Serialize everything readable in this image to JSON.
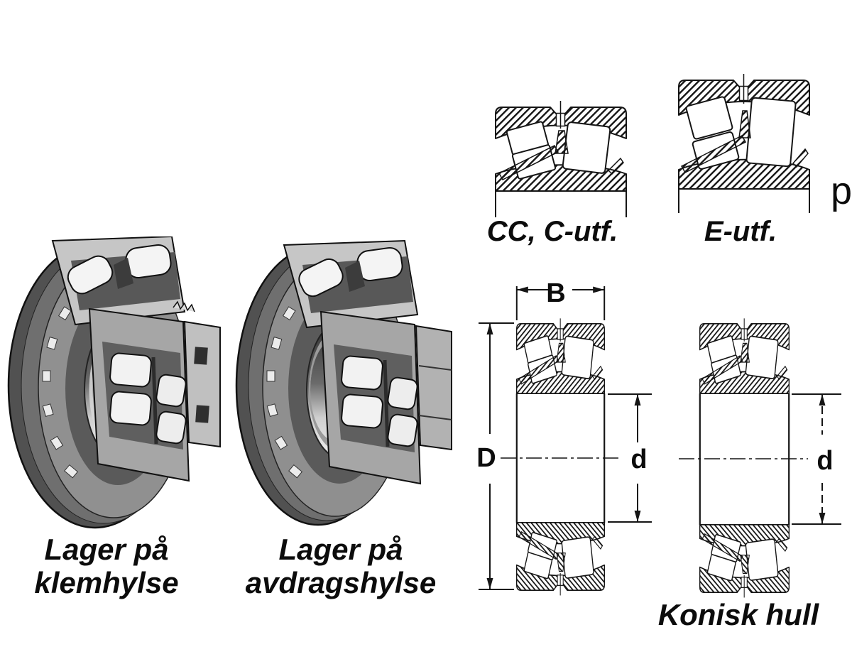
{
  "illustrations": {
    "adapter_sleeve": {
      "caption_line1": "Lager på",
      "caption_line2": "klemhylse"
    },
    "withdrawal_sleeve": {
      "caption_line1": "Lager på",
      "caption_line2": "avdragshylse"
    }
  },
  "cross_sections": {
    "cc_label": "CC, C-utf.",
    "e_label": "E-utf."
  },
  "dimensions": {
    "width_label": "B",
    "outer_diameter_label": "D",
    "bore_label_cylindrical": "d",
    "bore_label_tapered": "d",
    "tapered_caption": "Konisk hull"
  },
  "page_edge_text": "p",
  "colors": {
    "paper": "#ffffff",
    "line": "#151515",
    "halftone_dark": "#515151",
    "halftone_mid": "#8f8f8f",
    "halftone_light": "#c6c6c6",
    "roller_white": "#f4f4f4"
  }
}
